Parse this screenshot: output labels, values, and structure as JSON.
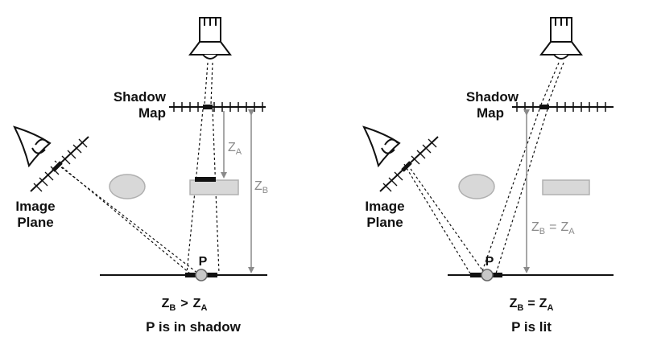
{
  "left": {
    "shadow_map_label": [
      "Shadow",
      "Map"
    ],
    "image_plane_label": [
      "Image",
      "Plane"
    ],
    "point_label": "P",
    "za_label": {
      "main": "Z",
      "sub": "A"
    },
    "zb_label": {
      "main": "Z",
      "sub": "B"
    },
    "relation": {
      "z1": "Z",
      "s1": "B",
      "op": ">",
      "z2": "Z",
      "s2": "A"
    },
    "caption": "P is in shadow"
  },
  "right": {
    "shadow_map_label": [
      "Shadow",
      "Map"
    ],
    "image_plane_label": [
      "Image",
      "Plane"
    ],
    "point_label": "P",
    "inline_relation": {
      "z1": "Z",
      "s1": "B",
      "op": "=",
      "z2": "Z",
      "s2": "A"
    },
    "relation": {
      "z1": "Z",
      "s1": "B",
      "op": "=",
      "z2": "Z",
      "s2": "A"
    },
    "caption": "P is lit"
  },
  "colors": {
    "line": "#111111",
    "occluder_fill": "#d8d8d8",
    "occluder_stroke": "#b0b0b0",
    "measure_gray": "#8a8a8a",
    "point_fill": "#c8c8c8"
  }
}
